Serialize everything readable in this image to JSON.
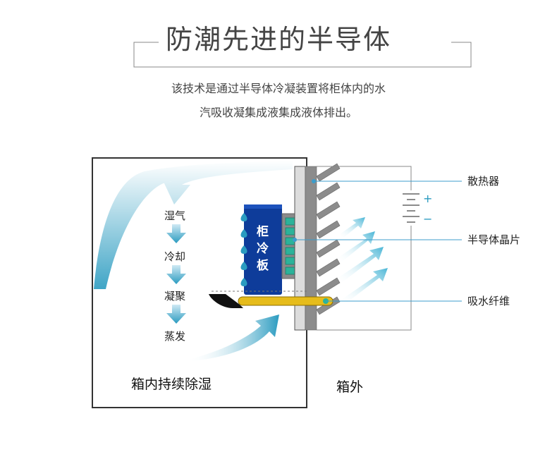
{
  "header": {
    "title": "防潮先进的半导体",
    "subtitle_line1": "该技术是通过半导体冷凝装置将柜体内的水",
    "subtitle_line2": "汽吸收凝集成液集成液体排出。"
  },
  "diagram": {
    "cabinet_label": "箱内持续除湿",
    "outside_label": "箱外",
    "cold_plate_label": [
      "柜",
      "冷",
      "板"
    ],
    "process_steps": [
      "湿气",
      "冷却",
      "凝聚",
      "蒸发"
    ],
    "callouts": {
      "heatsink": "散热器",
      "semiconductor": "半导体晶片",
      "absorbent_fiber": "吸水纤维"
    },
    "battery_plus": "+",
    "battery_minus": "−"
  },
  "colors": {
    "cold_plate": "#0e3c9a",
    "chip_green": "#2bb39a",
    "fiber_yellow": "#e6bc1b",
    "airflow": "#2a9bc0",
    "heatsink": "#8c8c8c",
    "callout_line": "#3c9dcc"
  }
}
